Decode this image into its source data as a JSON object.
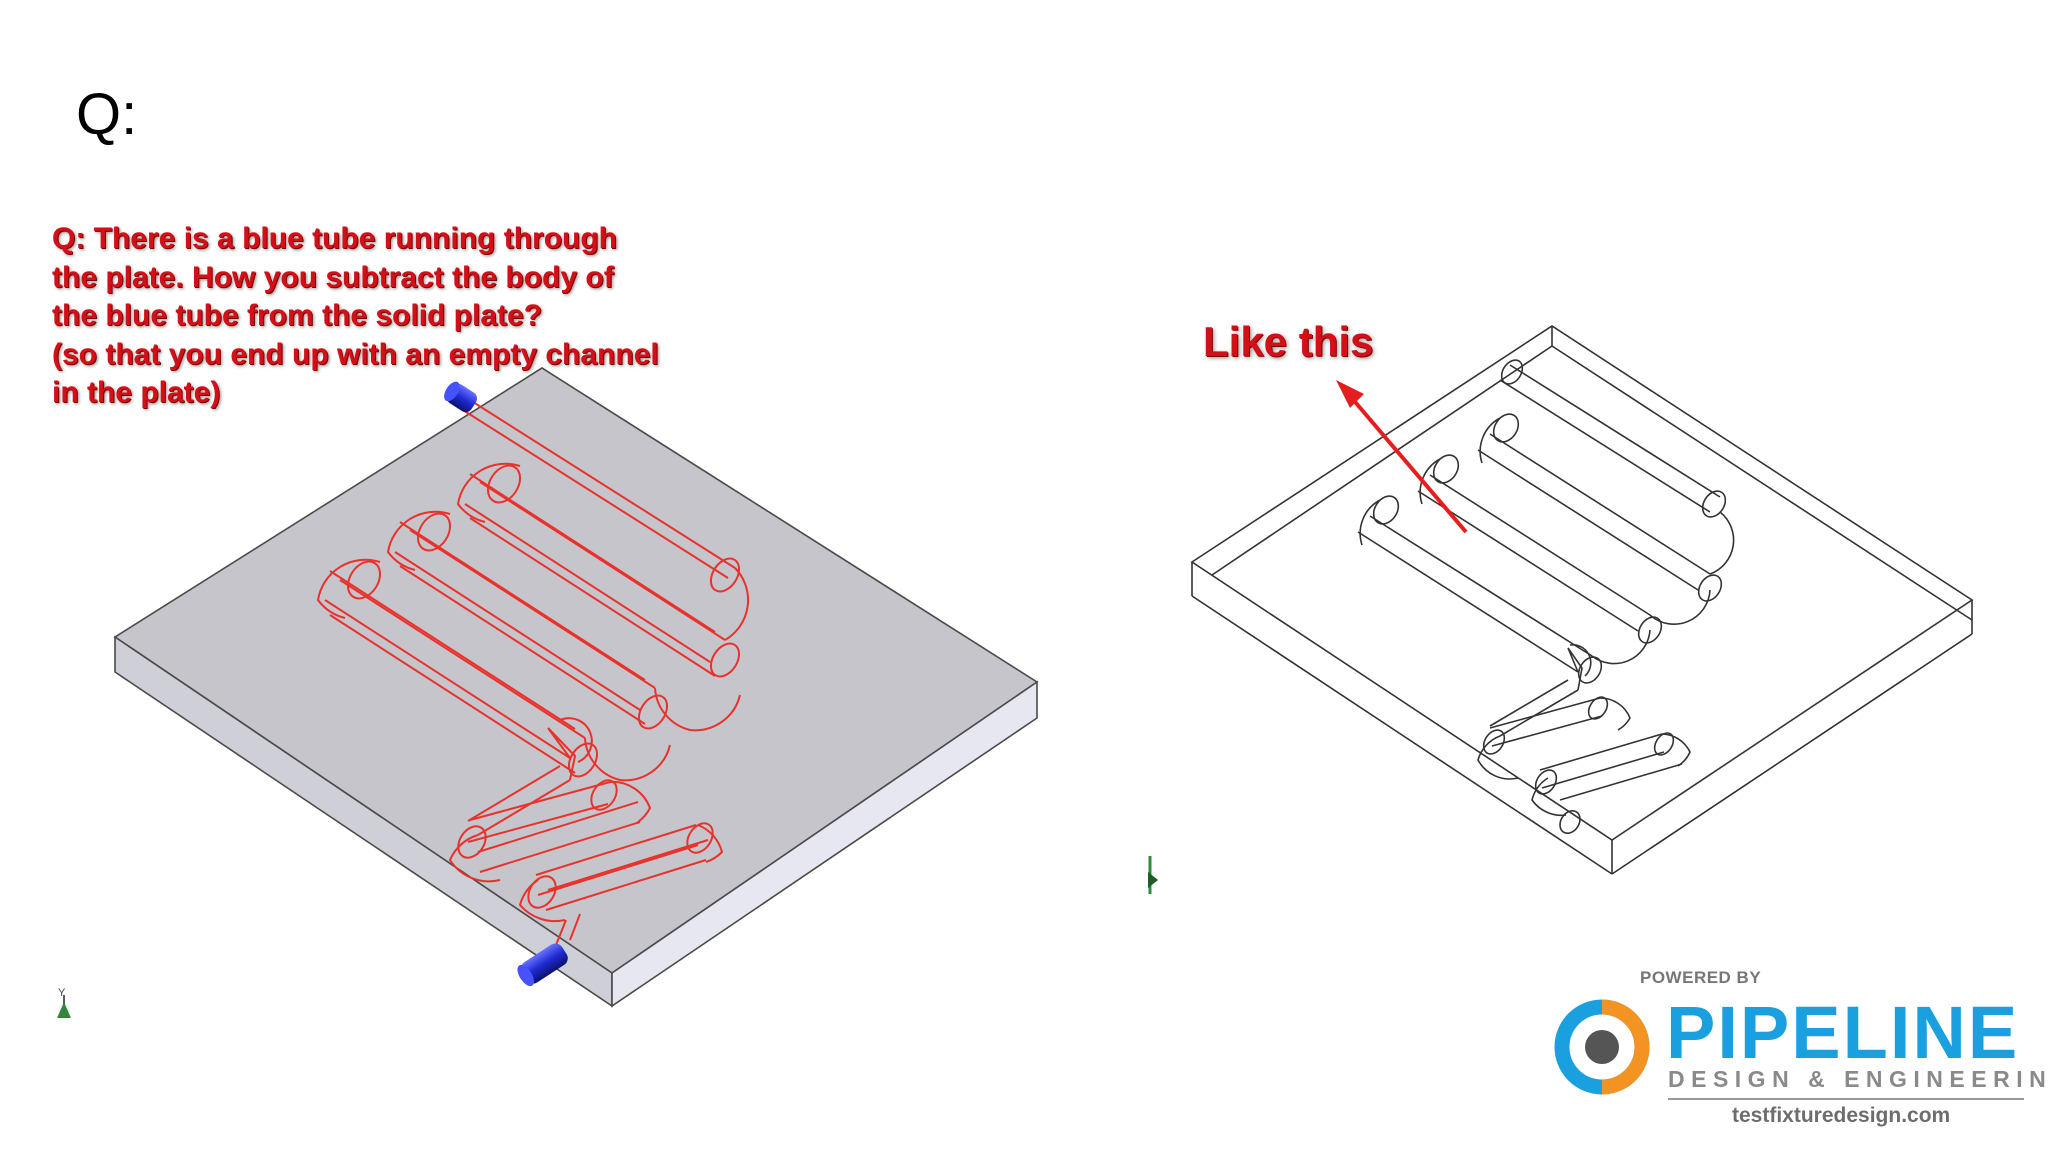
{
  "slide": {
    "title": "Q:"
  },
  "question_lines": [
    "Q: There is a blue tube running through",
    "the plate. How you subtract the body of",
    "the blue tube from the solid plate?",
    "(so that you end up with an empty channel",
    "in the plate)"
  ],
  "answer_label": "Like this",
  "logo": {
    "powered_by": "POWERED BY",
    "name": "PIPELINE",
    "subtitle": "DESIGN & ENGINEERING",
    "url": "testfixturedesign.com"
  },
  "colors": {
    "annotation_red": "#d40f17",
    "tube_outline_red": "#e8322c",
    "tube_blue": "#1f2bd0",
    "plate_top": "#c5c5cb",
    "plate_side": "#e4e4ee",
    "brand_blue": "#1aa0df",
    "brand_orange": "#f39322"
  },
  "icons": [
    "axis-triad-icon",
    "arrow-icon",
    "pipeline-logo-icon"
  ]
}
